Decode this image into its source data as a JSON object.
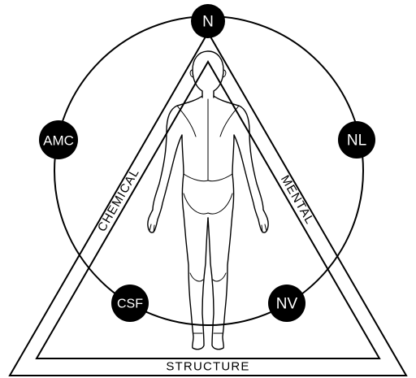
{
  "sides": {
    "left": "CHEMICAL",
    "right": "MENTAL",
    "bottom": "STRUCTURE"
  },
  "nodes": {
    "top": "N",
    "upper_left": "AMC",
    "upper_right": "NL",
    "lower_left": "CSF",
    "lower_right": "NV"
  },
  "colors": {
    "line": "#000000",
    "node_fill": "#000000",
    "node_text": "#ffffff",
    "background": "#ffffff"
  }
}
